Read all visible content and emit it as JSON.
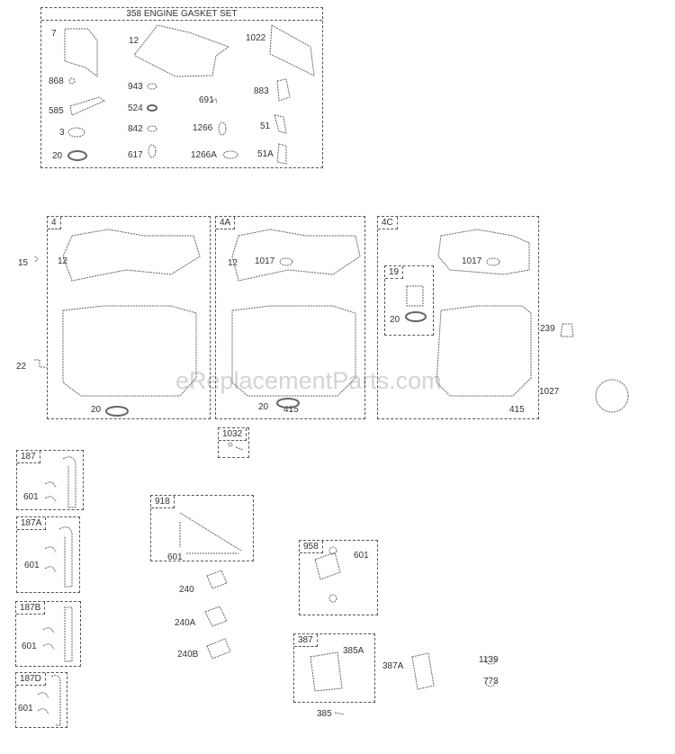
{
  "gasket_set": {
    "title": "358 ENGINE GASKET SET",
    "labels": [
      "7",
      "12",
      "1022",
      "868",
      "943",
      "691",
      "883",
      "585",
      "524",
      "3",
      "842",
      "1266",
      "51",
      "20",
      "617",
      "1266A",
      "51A"
    ]
  },
  "sump_4": {
    "tab": "4",
    "labels": [
      "12",
      "20"
    ]
  },
  "sump_4a": {
    "tab": "4A",
    "labels": [
      "12",
      "1017",
      "20",
      "415"
    ]
  },
  "sump_4c": {
    "tab": "4C",
    "labels": [
      "1017",
      "415"
    ],
    "sub_tab": "19",
    "sub_labels": [
      "20"
    ]
  },
  "outside": {
    "l15": "15",
    "l22": "22",
    "l239": "239",
    "l1027": "1027",
    "l240": "240",
    "l240a": "240A",
    "l240b": "240B",
    "l385": "385",
    "l387a": "387A",
    "l1139": "1139",
    "l773": "773"
  },
  "kit_1032": {
    "tab": "1032"
  },
  "hose_187": {
    "tab": "187",
    "label": "601"
  },
  "hose_187a": {
    "tab": "187A",
    "label": "601"
  },
  "hose_187b": {
    "tab": "187B",
    "label": "601"
  },
  "hose_187d": {
    "tab": "187D",
    "label": "601"
  },
  "hose_918": {
    "tab": "918",
    "label": "601"
  },
  "kit_958": {
    "tab": "958",
    "label": "601"
  },
  "kit_387": {
    "tab": "387",
    "label": "385A"
  },
  "watermark": "eReplacementParts.com"
}
